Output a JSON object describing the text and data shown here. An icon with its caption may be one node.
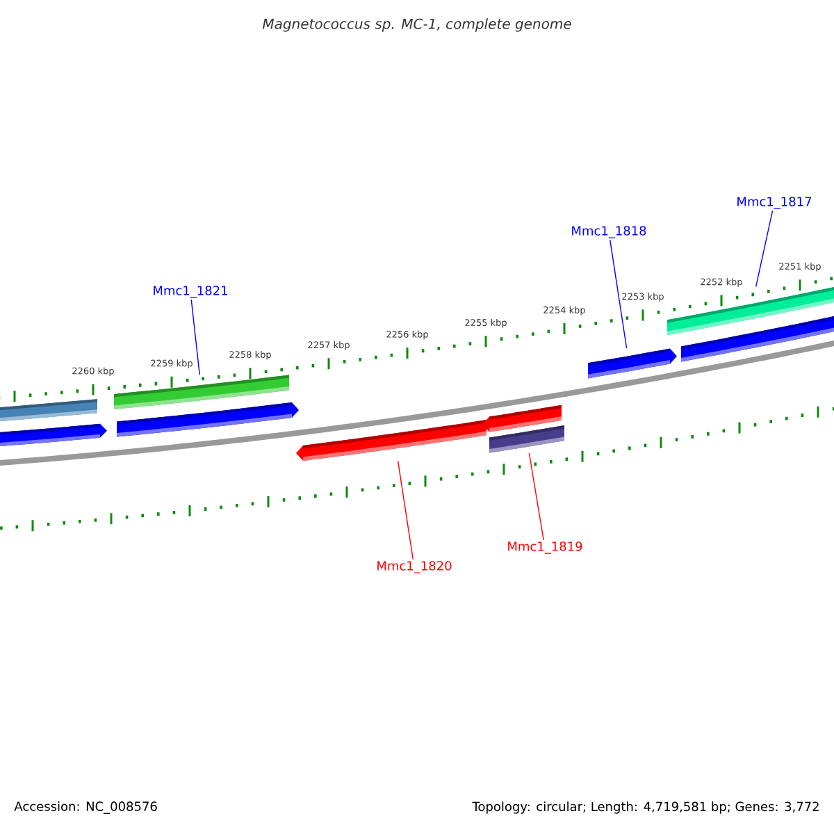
{
  "diagram": {
    "title": "Magnetococcus sp. MC-1, complete genome",
    "nodes": [
      {
        "text": [
          "Mmc1_1817"
        ]
      },
      {
        "text": [
          "Mmc1_1818"
        ]
      },
      {
        "text": [
          "Mmc1_1821"
        ]
      },
      {
        "text": [],
        "shape": "bar"
      },
      {
        "text": [],
        "shape": "bar"
      },
      {
        "text": [],
        "shape": "bar"
      },
      {
        "text": [],
        "shape": "bar"
      },
      {
        "text": [],
        "shape": "bar"
      },
      {
        "text": [],
        "shape": "bar"
      },
      {
        "text": [],
        "shape": "bar"
      },
      {
        "text": [],
        "shape": "bar"
      },
      {
        "text": [],
        "shape": "bar"
      },
      {
        "text": [],
        "shape": "bar"
      },
      {
        "text": [
          "Mmc1_1820"
        ]
      },
      {
        "text": [
          "Mmc1_1819"
        ]
      }
    ],
    "edges": [
      {
        "from": 2,
        "to": 5,
        "arrow": "none",
        "color": "#0000ff"
      },
      {
        "from": 1,
        "to": 10,
        "arrow": "none",
        "color": "#0000ff"
      },
      {
        "from": 0,
        "to": 11,
        "arrow": "none",
        "color": "#0000ff"
      },
      {
        "from": 13,
        "to": 7,
        "arrow": "none",
        "color": "#ff0000"
      },
      {
        "from": 14,
        "to": 9,
        "arrow": "none",
        "color": "#ff0000"
      }
    ],
    "labels": [
      "2260 kbp",
      "2259 kbp",
      "2258 kbp",
      "2257 kbp",
      "2256 kbp",
      "2255 kbp",
      "2254 kbp",
      "2253 kbp",
      "2252 kbp",
      "2251 kbp",
      "Accession: NC_008576",
      "Topology: circular; Length: 4,719,581 bp; Genes: 3,772"
    ]
  }
}
